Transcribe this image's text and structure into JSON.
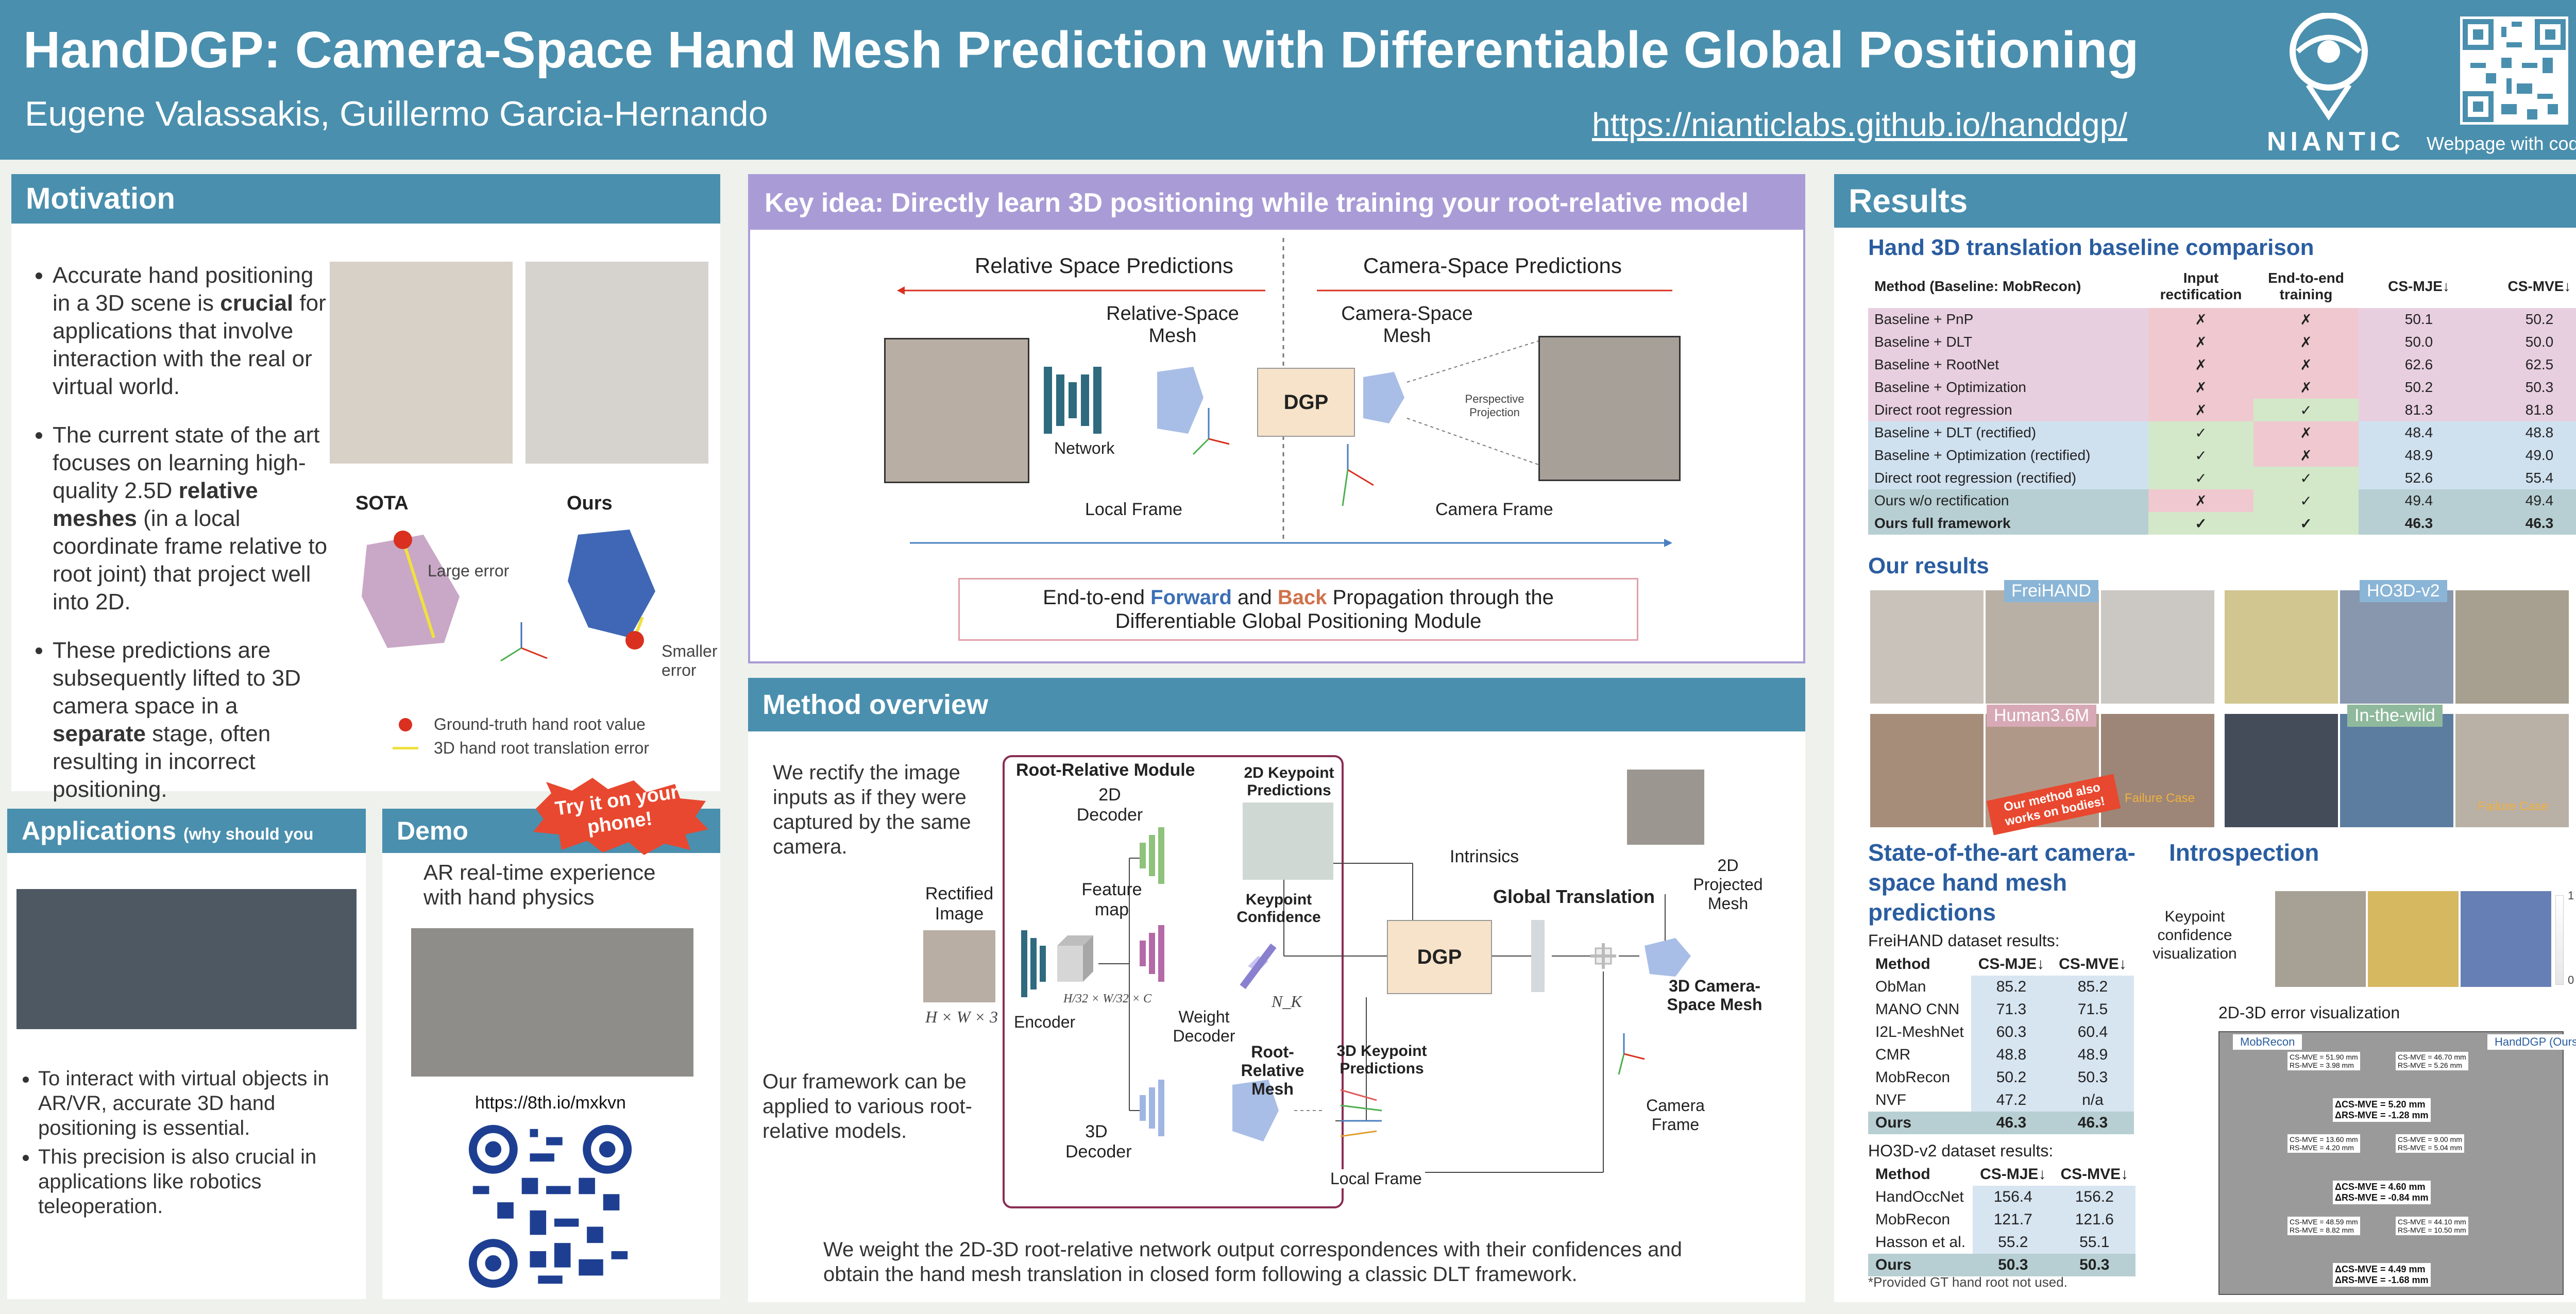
{
  "header": {
    "title": "HandDGP: Camera-Space Hand Mesh Prediction with Differentiable Global Positioning",
    "authors": "Eugene Valassakis, Guillermo Garcia-Hernando",
    "url": "https://nianticlabs.github.io/handdgp/",
    "brand": "NIANTIC",
    "qr_caption": "Webpage with code!"
  },
  "motivation": {
    "title": "Motivation",
    "bullets": [
      [
        "Accurate hand positioning in a 3D scene is ",
        "crucial",
        " for applications that involve interaction with the real or virtual world."
      ],
      [
        "The current state of the art focuses on learning high-quality 2.5D ",
        "relative meshes",
        " (in a local coordinate frame relative to root joint) that project well into 2D."
      ],
      [
        "These predictions are subsequently lifted to 3D camera space in a ",
        "separate",
        " stage, often resulting in incorrect positioning."
      ]
    ],
    "sota_label": "SOTA",
    "ours_label": "Ours",
    "large_error": "Large error",
    "smaller_error": "Smaller error",
    "legend_gt": "Ground-truth hand root value",
    "legend_err": "3D hand root translation error"
  },
  "applications": {
    "title": "Applications",
    "subtitle": "(why should you care?)",
    "bullets": [
      "To interact with virtual objects in AR/VR, accurate 3D hand positioning is essential.",
      "This precision is also crucial in applications like robotics teleoperation."
    ]
  },
  "demo": {
    "title": "Demo",
    "burst": "Try it on your phone!",
    "text": "AR real-time experience with hand physics",
    "link": "https://8th.io/mxkvn"
  },
  "keyidea": {
    "title": "Key idea: Directly learn 3D positioning while training your root-relative model",
    "relative_space": "Relative Space Predictions",
    "camera_space": "Camera-Space Predictions",
    "rel_mesh": "Relative-Space Mesh",
    "cam_mesh": "Camera-Space Mesh",
    "network": "Network",
    "dgp": "DGP",
    "perspective": "Perspective Projection",
    "local_frame": "Local Frame",
    "camera_frame": "Camera Frame",
    "box_line1_a": "End-to-end ",
    "box_forward": "Forward",
    "box_and": " and ",
    "box_back": "Back",
    "box_line1_b": " Propagation through the",
    "box_line2": "Differentiable Global Positioning Module",
    "forward_color": "#3b6fb5",
    "back_color": "#d0714a"
  },
  "method": {
    "title": "Method overview",
    "rectify_text": "We rectify the image inputs as if they were captured by the same camera.",
    "framework_text": "Our framework can be applied to various root-relative models.",
    "bottom_text": "We weight the 2D-3D root-relative network output correspondences with their confidences and obtain the hand mesh translation in closed form following a classic DLT framework.",
    "root_module": "Root-Relative Module",
    "rectified_image": "Rectified Image",
    "dims": "H × W × 3",
    "encoder": "Encoder",
    "feature_map": "Feature map",
    "feature_dims": "H/32 × W/32 × C",
    "decoder_2d": "2D Decoder",
    "weight_decoder": "Weight Decoder",
    "decoder_3d": "3D Decoder",
    "kp2d": "2D Keypoint Predictions",
    "kp_conf": "Keypoint Confidence",
    "nk": "N_K",
    "rr_mesh": "Root-Relative Mesh",
    "kp3d": "3D Keypoint Predictions",
    "local_frame": "Local Frame",
    "intrinsics": "Intrinsics",
    "global_translation": "Global Translation",
    "dgp": "DGP",
    "proj_mesh": "2D Projected Mesh",
    "cam_mesh": "3D Camera-Space Mesh",
    "camera_frame": "Camera Frame"
  },
  "results": {
    "title": "Results",
    "baseline_title": "Hand 3D translation baseline comparison",
    "table_headers": [
      "Method (Baseline: MobRecon)",
      "Input rectification",
      "End-to-end training",
      "CS-MJE↓",
      "CS-MVE↓"
    ],
    "table_rows": [
      [
        "Baseline + PnP",
        "✗",
        "✗",
        "50.1",
        "50.2"
      ],
      [
        "Baseline + DLT",
        "✗",
        "✗",
        "50.0",
        "50.0"
      ],
      [
        "Baseline + RootNet",
        "✗",
        "✗",
        "62.6",
        "62.5"
      ],
      [
        "Baseline + Optimization",
        "✗",
        "✗",
        "50.2",
        "50.3"
      ],
      [
        "Direct root regression",
        "✗",
        "✓",
        "81.3",
        "81.8"
      ],
      [
        "Baseline + DLT (rectified)",
        "✓",
        "✗",
        "48.4",
        "48.8"
      ],
      [
        "Baseline + Optimization (rectified)",
        "✓",
        "✗",
        "48.9",
        "49.0"
      ],
      [
        "Direct root regression (rectified)",
        "✓",
        "✓",
        "52.6",
        "55.4"
      ],
      [
        "Ours w/o rectification",
        "✗",
        "✓",
        "49.4",
        "49.4"
      ],
      [
        "Ours full framework",
        "✓",
        "✓",
        "46.3",
        "46.3"
      ]
    ],
    "our_results": "Our results",
    "tag_freihand": "FreiHAND",
    "tag_ho3d": "HO3D-v2",
    "tag_human": "Human3.6M",
    "tag_wild": "In-the-wild",
    "bodies_note": "Our method also works on bodies!",
    "failure": "Failure Case",
    "sota_title": "State-of-the-art camera-space hand mesh predictions",
    "freihand_caption": "FreiHAND dataset results:",
    "ds_headers": [
      "Method",
      "CS-MJE↓",
      "CS-MVE↓"
    ],
    "freihand_rows": [
      [
        "ObMan",
        "85.2",
        "85.2"
      ],
      [
        "MANO CNN",
        "71.3",
        "71.5"
      ],
      [
        "I2L-MeshNet",
        "60.3",
        "60.4"
      ],
      [
        "CMR",
        "48.8",
        "48.9"
      ],
      [
        "MobRecon",
        "50.2",
        "50.3"
      ],
      [
        "NVF",
        "47.2",
        "n/a"
      ],
      [
        "Ours",
        "46.3",
        "46.3"
      ]
    ],
    "ho3d_caption": "HO3D-v2 dataset results:",
    "ho3d_rows": [
      [
        "HandOccNet",
        "156.4",
        "156.2"
      ],
      [
        "MobRecon",
        "121.7",
        "121.6"
      ],
      [
        "Hasson et al.",
        "55.2",
        "55.1"
      ],
      [
        "Ours",
        "50.3",
        "50.3"
      ]
    ],
    "footnote": "*Provided GT hand root not used.",
    "introspection": "Introspection",
    "kp_conf_vis": "Keypoint confidence visualization",
    "scale_max": "1",
    "scale_min": "0",
    "err_vis": "2D-3D error visualization",
    "err_tag_left": "MobRecon",
    "err_tag_right": "HandDGP (Ours)",
    "err_blocks": [
      {
        "left": "CS-MVE = 51.90 mm\nRS-MVE = 3.98 mm",
        "right": "CS-MVE = 46.70 mm\nRS-MVE = 5.26 mm",
        "delta": "ΔCS-MVE = 5.20 mm\nΔRS-MVE = -1.28 mm"
      },
      {
        "left": "CS-MVE = 13.60 mm\nRS-MVE = 4.20 mm",
        "right": "CS-MVE = 9.00 mm\nRS-MVE = 5.04 mm",
        "delta": "ΔCS-MVE = 4.60 mm\nΔRS-MVE = -0.84 mm"
      },
      {
        "left": "CS-MVE = 48.59 mm\nRS-MVE = 8.82 mm",
        "right": "CS-MVE = 44.10 mm\nRS-MVE = 10.50 mm",
        "delta": "ΔCS-MVE = 4.49 mm\nΔRS-MVE = -1.68 mm"
      }
    ]
  }
}
